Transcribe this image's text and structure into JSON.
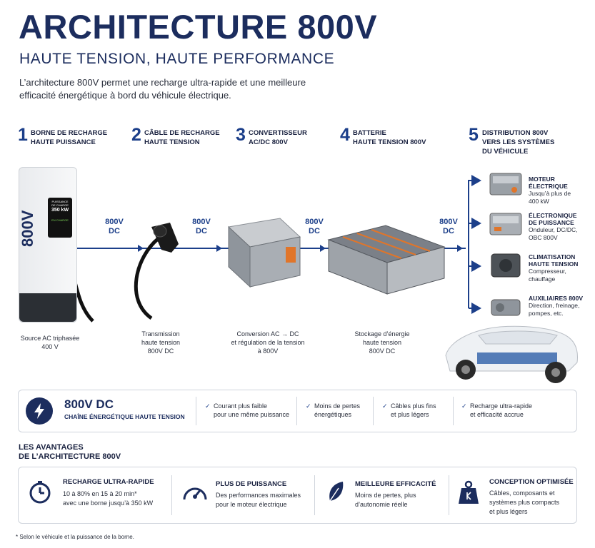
{
  "header": {
    "title": "ARCHITECTURE 800V",
    "subtitle": "HAUTE TENSION, HAUTE PERFORMANCE",
    "intro": "L’architecture 800V permet une recharge ultra-rapide et une meilleure efficacité énergétique à bord du véhicule électrique."
  },
  "steps": [
    {
      "num": "1",
      "label": "BORNE DE RECHARGE\nHAUTE PUISSANCE",
      "caption": "Source AC triphasée\n400 V"
    },
    {
      "num": "2",
      "label": "CÂBLE DE RECHARGE\nHAUTE TENSION",
      "caption": "Transmission\nhaute tension\n800V DC"
    },
    {
      "num": "3",
      "label": "CONVERTISSEUR\nAC/DC 800V",
      "caption": "Conversion AC → DC\net régulation de la tension\nà 800V"
    },
    {
      "num": "4",
      "label": "BATTERIE\nHAUTE TENSION 800V",
      "caption": "Stockage d’énergie\nhaute tension\n800V DC"
    },
    {
      "num": "5",
      "label": "DISTRIBUTION 800V\nVERS LES SYSTÈMES\nDU VÉHICULE"
    }
  ],
  "voltage_label": "800V\nDC",
  "charger": {
    "side_text": "800V",
    "screen_line1": "PUISSANCE\nDE CHARGE",
    "screen_value": "350 kW",
    "screen_line2": "EN CHARGE"
  },
  "distribution": [
    {
      "title": "MOTEUR ÉLECTRIQUE",
      "desc": "Jusqu’à plus de\n400 kW"
    },
    {
      "title": "ÉLECTRONIQUE\nDE PUISSANCE",
      "desc": "Onduleur, DC/DC,\nOBC 800V"
    },
    {
      "title": "CLIMATISATION\nHAUTE TENSION",
      "desc": "Compresseur,\nchauffage"
    },
    {
      "title": "AUXILIAIRES 800V",
      "desc": "Direction, freinage,\npompes, etc."
    }
  ],
  "bar": {
    "title": "800V DC",
    "subtitle": "CHAÎNE ÉNERGÉTIQUE HAUTE TENSION",
    "check": "✓",
    "items": [
      "Courant plus faible\npour une même puissance",
      "Moins de pertes\nénergétiques",
      "Câbles plus fins\net plus légers",
      "Recharge ultra-rapide\net efficacité accrue"
    ]
  },
  "advantages": {
    "heading": "LES AVANTAGES\nDE L’ARCHITECTURE 800V",
    "items": [
      {
        "title": "RECHARGE ULTRA-RAPIDE",
        "desc": "10 à 80% en 15 à 20 min*\navec une borne jusqu’à 350 kW",
        "icon": "timer-icon"
      },
      {
        "title": "PLUS DE PUISSANCE",
        "desc": "Des performances maximales\npour le moteur électrique",
        "icon": "gauge-icon"
      },
      {
        "title": "MEILLEURE EFFICACITÉ",
        "desc": "Moins de pertes, plus\nd’autonomie réelle",
        "icon": "leaf-icon"
      },
      {
        "title": "CONCEPTION OPTIMISÉE",
        "desc": "Câbles, composants et\nsystèmes plus compacts\net plus légers",
        "icon": "weight-icon"
      }
    ]
  },
  "footnote": "* Selon le véhicule et la puissance de la borne.",
  "colors": {
    "navy": "#1c2d5e",
    "accent": "#1c3f8a",
    "orange": "#e0752a"
  }
}
